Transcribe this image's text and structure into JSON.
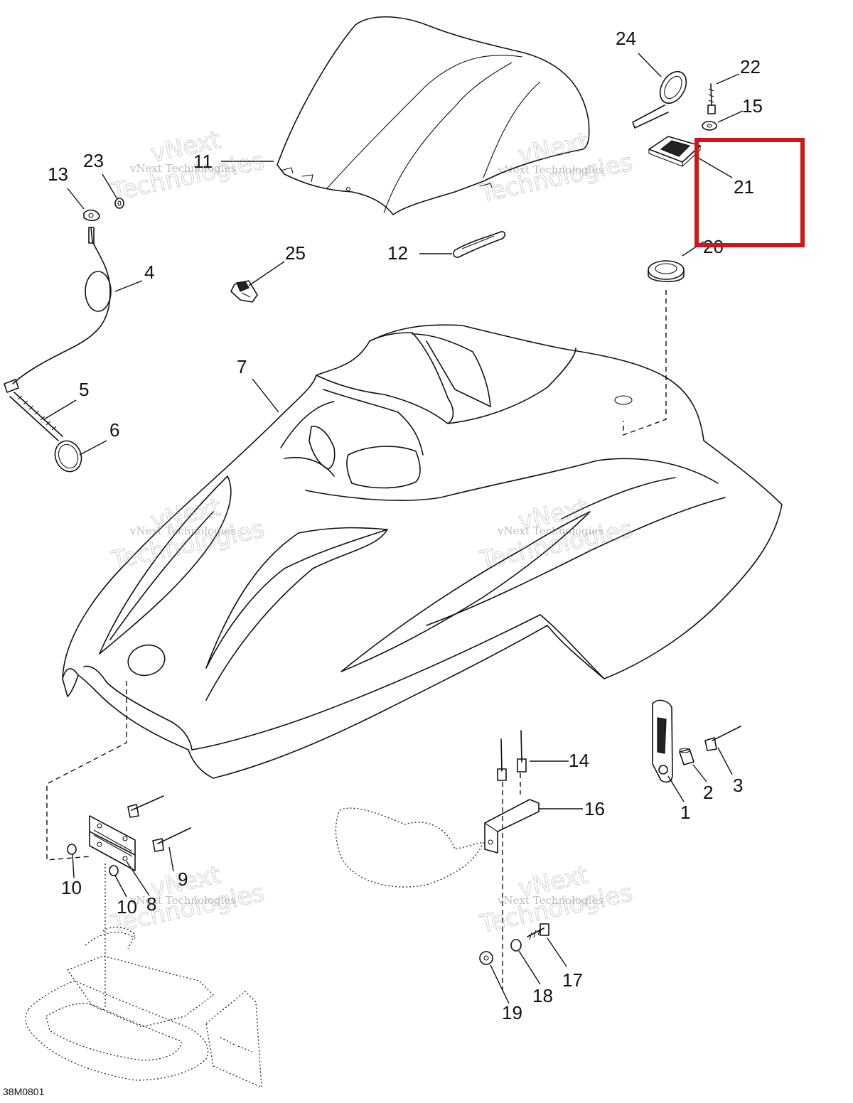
{
  "callouts": [
    "1",
    "2",
    "3",
    "4",
    "5",
    "6",
    "7",
    "8",
    "9",
    "10",
    "10",
    "11",
    "12",
    "13",
    "14",
    "15",
    "16",
    "17",
    "18",
    "19",
    "20",
    "21",
    "22",
    "23",
    "24",
    "25"
  ],
  "watermark": {
    "line1": "vNext Technologies",
    "line2": "Technologies",
    "line3": "vNext"
  },
  "drawing_code": "38M0801",
  "highlight": {
    "color": "#d0161a",
    "target_callout": "21"
  }
}
